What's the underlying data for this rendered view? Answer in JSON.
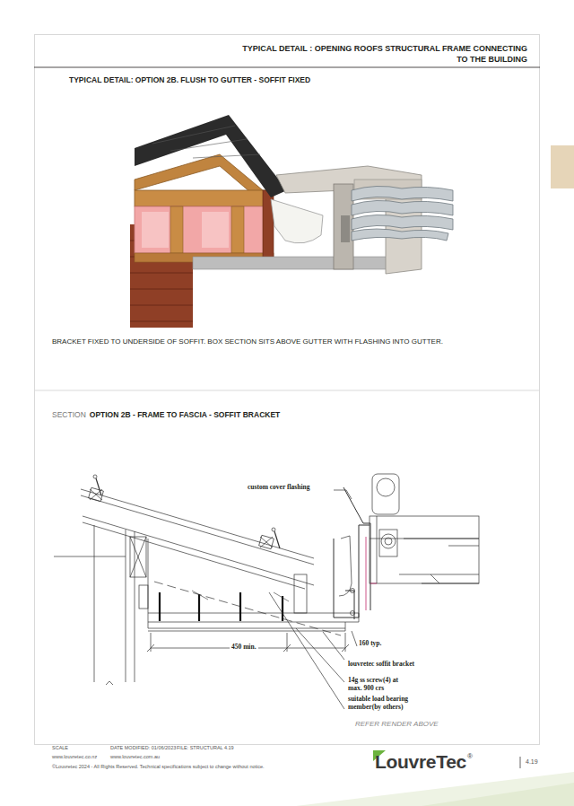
{
  "diagram": {
    "title": "TYPICAL DETAIL : OPENING ROOFS STRUCTURAL FRAME CONNECTING TO THE BUILDING",
    "labels": [
      "TYPICAL DETAIL: OPTION 2B. FLUSH TO GUTTER - SOFFIT FIXED",
      "BRACKET FIXED TO UNDERSIDE OF SOFFIT. BOX SECTION SITS ABOVE GUTTER WITH FLASHING INTO GUTTER.",
      "SECTION",
      "OPTION 2B - FRAME TO FASCIA - SOFFIT BRACKET",
      "custom cover flashing",
      "450 min.",
      "160 typ.",
      "louvretec soffit bracket",
      "14g ss screw(4) at max. 900 crs",
      "suitable load bearing member(by others)",
      "REFER RENDER ABOVE",
      "SCALE",
      "DATE MODIFIED: 01/06/2023",
      "FILE: STRUCTURAL 4.19",
      "www.louvretec.co.nz",
      "www.louvretec.com.au",
      "©Louvretec 2024 - All Rights Reserved. Technical specifications subject to change without notice.",
      "LouvreTec",
      "®",
      "4.19"
    ]
  }
}
